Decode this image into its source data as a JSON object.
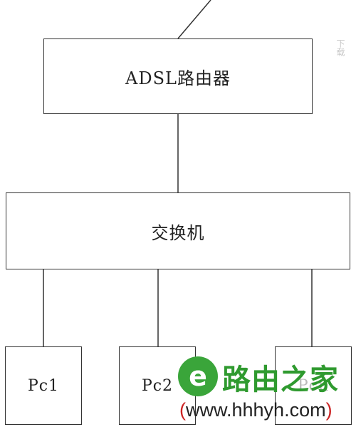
{
  "diagram": {
    "nodes": [
      {
        "id": "router",
        "label": "ADSL路由器"
      },
      {
        "id": "switch",
        "label": "交换机"
      },
      {
        "id": "pc1",
        "label": "Pc1"
      },
      {
        "id": "pc2",
        "label": "Pc2"
      },
      {
        "id": "pcn",
        "label": "Pcn"
      }
    ],
    "edges": [
      {
        "from": "internet",
        "to": "router"
      },
      {
        "from": "router",
        "to": "switch"
      },
      {
        "from": "switch",
        "to": "pc1"
      },
      {
        "from": "switch",
        "to": "pc2"
      },
      {
        "from": "switch",
        "to": "pcn"
      }
    ]
  },
  "watermark": {
    "brand": "路由之家",
    "url_paren_open": "(",
    "url": "www.hhhyh.com",
    "url_paren_close": ")",
    "side": "下载"
  },
  "colors": {
    "line": "#333333",
    "brand_green": "#3aa53a",
    "paren_red": "#cc2222"
  }
}
